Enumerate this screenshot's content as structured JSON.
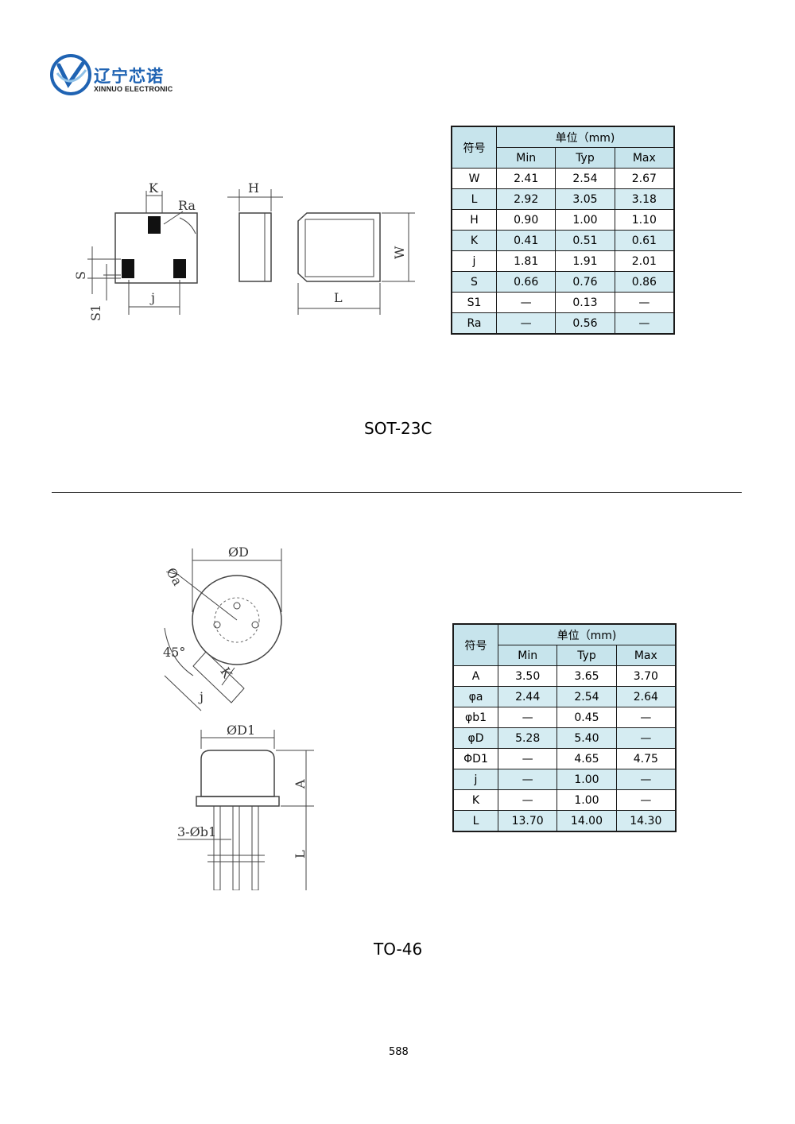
{
  "header": {
    "brand_cn": "辽宁芯诺",
    "brand_en": "XINNUO ELECTRONIC"
  },
  "colors": {
    "brand_blue": "#1f63b3",
    "table_header_bg": "#c7e4ec",
    "table_row_alt_bg": "#d5ecf2"
  },
  "sot23c": {
    "name": "SOT-23C",
    "table": {
      "symbol_header": "符号",
      "unit_header": "单位（mm)",
      "columns": [
        "Min",
        "Typ",
        "Max"
      ],
      "rows": [
        {
          "symbol": "W",
          "min": "2.41",
          "typ": "2.54",
          "max": "2.67"
        },
        {
          "symbol": "L",
          "min": "2.92",
          "typ": "3.05",
          "max": "3.18"
        },
        {
          "symbol": "H",
          "min": "0.90",
          "typ": "1.00",
          "max": "1.10"
        },
        {
          "symbol": "K",
          "min": "0.41",
          "typ": "0.51",
          "max": "0.61"
        },
        {
          "symbol": "j",
          "min": "1.81",
          "typ": "1.91",
          "max": "2.01"
        },
        {
          "symbol": "S",
          "min": "0.66",
          "typ": "0.76",
          "max": "0.86"
        },
        {
          "symbol": "S1",
          "min": "—",
          "typ": "0.13",
          "max": "—"
        },
        {
          "symbol": "Ra",
          "min": "—",
          "typ": "0.56",
          "max": "—"
        }
      ]
    },
    "drawing_labels": {
      "K": "K",
      "Ra": "Ra",
      "H": "H",
      "W": "W",
      "L": "L",
      "S": "S",
      "S1": "S1",
      "j": "j"
    }
  },
  "to46": {
    "name": "TO-46",
    "table": {
      "symbol_header": "符号",
      "unit_header": "单位（mm)",
      "columns": [
        "Min",
        "Typ",
        "Max"
      ],
      "rows": [
        {
          "symbol": "A",
          "min": "3.50",
          "typ": "3.65",
          "max": "3.70"
        },
        {
          "symbol": "φa",
          "min": "2.44",
          "typ": "2.54",
          "max": "2.64"
        },
        {
          "symbol": "φb1",
          "min": "—",
          "typ": "0.45",
          "max": "—"
        },
        {
          "symbol": "φD",
          "min": "5.28",
          "typ": "5.40",
          "max": "—"
        },
        {
          "symbol": "ΦD1",
          "min": "—",
          "typ": "4.65",
          "max": "4.75"
        },
        {
          "symbol": "j",
          "min": "—",
          "typ": "1.00",
          "max": "—"
        },
        {
          "symbol": "K",
          "min": "—",
          "typ": "1.00",
          "max": "—"
        },
        {
          "symbol": "L",
          "min": "13.70",
          "typ": "14.00",
          "max": "14.30"
        }
      ]
    },
    "drawing_labels": {
      "D": "ØD",
      "a": "Øa",
      "angle": "45°",
      "j": "j",
      "K": "K",
      "D1": "ØD1",
      "A": "A",
      "b1": "3-Øb1",
      "L": "L"
    }
  },
  "footer": {
    "page_number": "588"
  }
}
